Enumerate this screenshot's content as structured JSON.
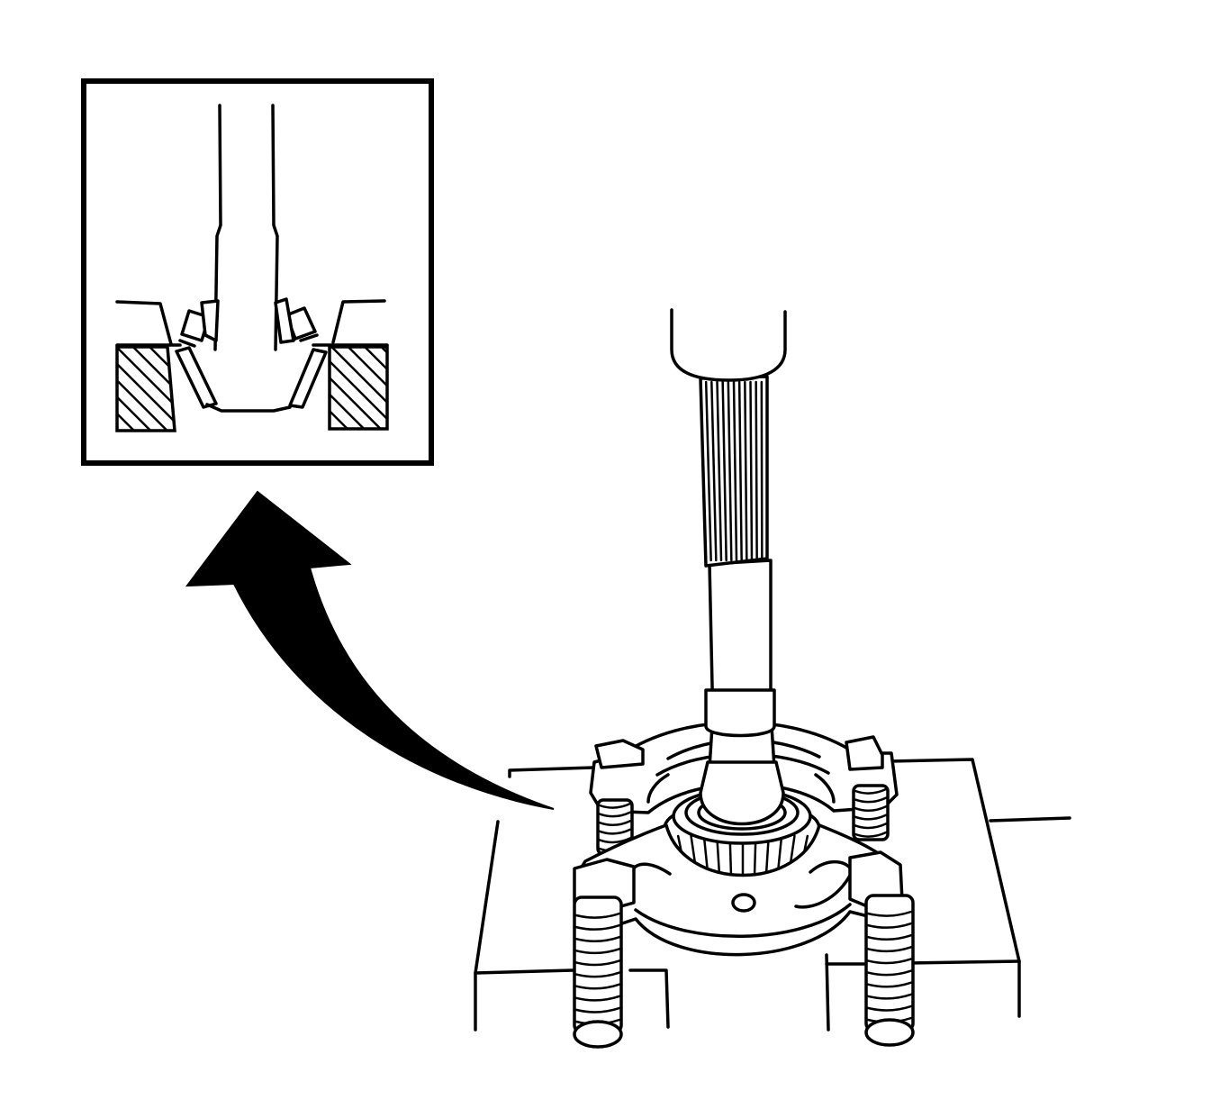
{
  "figure": {
    "colors": {
      "ink": "#000000",
      "paper": "#ffffff"
    },
    "parts": {
      "detail_inset": "detail-inset",
      "callout_arrow": "callout-arrow",
      "press_ram": "press-ram",
      "shaft": "splined-shaft",
      "bearing": "tapered-roller-bearing",
      "bearing_separator": "bearing-separator-plate",
      "threaded_rods": "threaded-rod",
      "support_blocks": "support-block"
    },
    "spline_count": 12,
    "roller_count": 11,
    "thread_turns": 10
  }
}
